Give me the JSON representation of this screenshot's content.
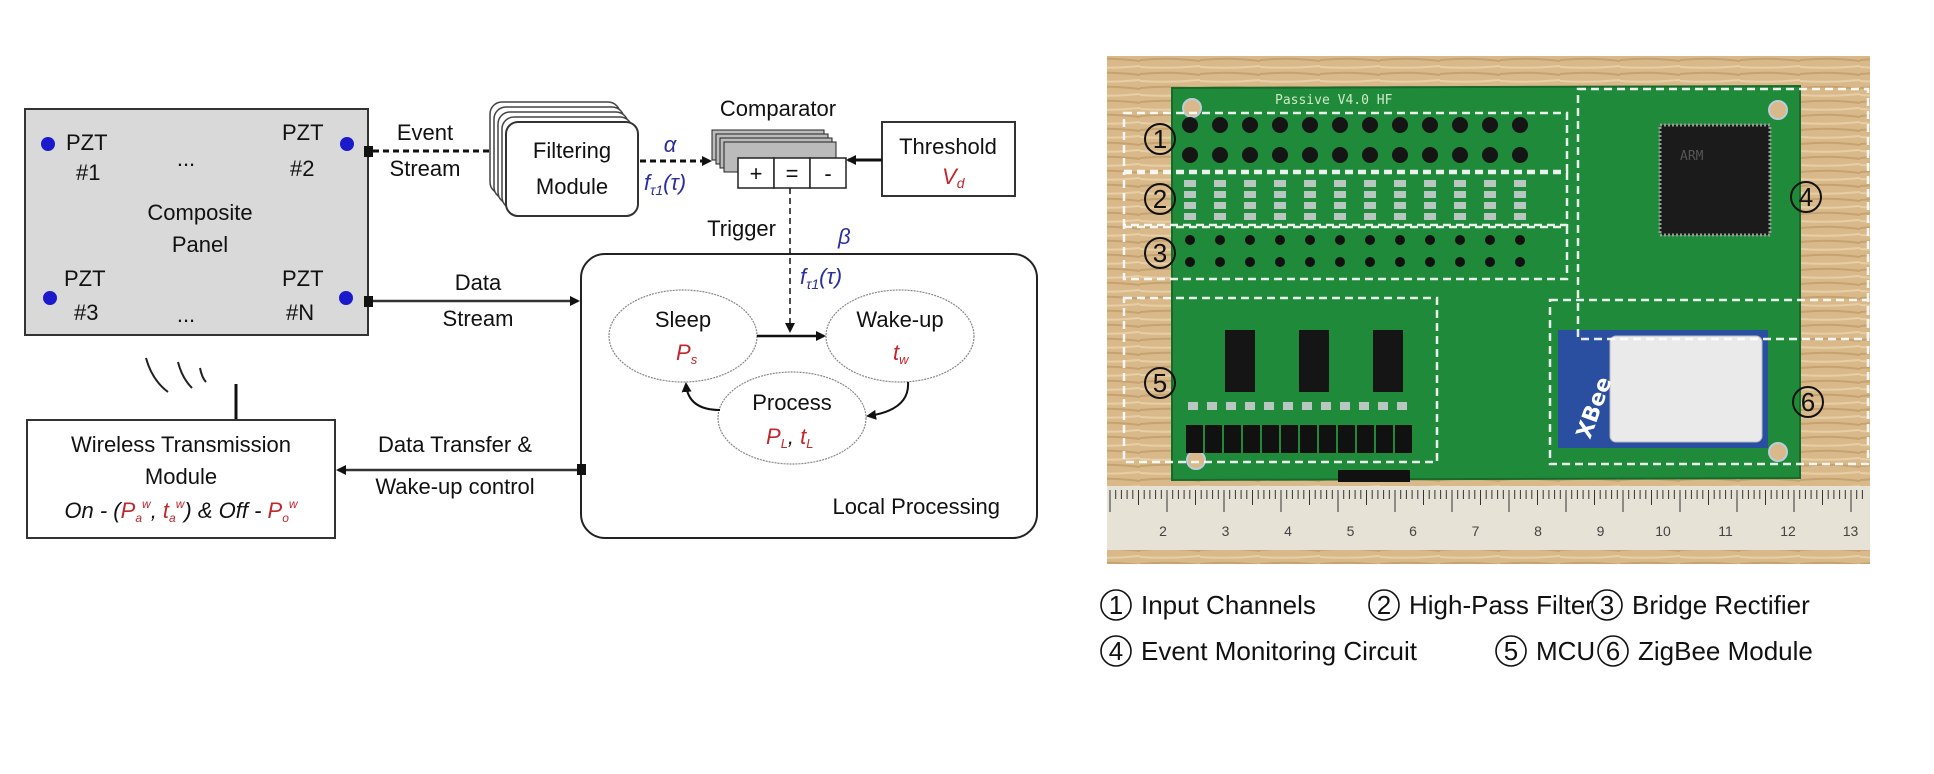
{
  "diagram": {
    "composite_panel": {
      "title_line1": "Composite",
      "title_line2": "Panel",
      "sensors": [
        {
          "name": "PZT",
          "id": "#1"
        },
        {
          "name": "PZT",
          "id": "#2"
        },
        {
          "name": "PZT",
          "id": "#3"
        },
        {
          "name": "PZT",
          "id": "#N"
        }
      ],
      "ellipsis": "...",
      "sensor_color": "#1a1acc"
    },
    "event_stream": {
      "line1": "Event",
      "line2": "Stream"
    },
    "filtering_module": {
      "line1": "Filtering",
      "line2": "Module"
    },
    "alpha": {
      "symbol": "α",
      "func": "f",
      "sub": "τ1",
      "arg": "(τ)"
    },
    "comparator": {
      "label": "Comparator",
      "cells": [
        "+",
        "=",
        "-"
      ]
    },
    "threshold": {
      "label": "Threshold",
      "symbol": "V",
      "sub": "d"
    },
    "trigger": {
      "label": "Trigger"
    },
    "beta": {
      "symbol": "β",
      "func": "f",
      "sub": "τ1",
      "arg": "(τ)"
    },
    "data_stream": {
      "line1": "Data",
      "line2": "Stream"
    },
    "local_processing": {
      "label": "Local Processing",
      "states": {
        "sleep": {
          "label": "Sleep",
          "symbol": "P",
          "sub": "s"
        },
        "wakeup": {
          "label": "Wake-up",
          "symbol": "t",
          "sub": "w"
        },
        "process": {
          "label": "Process",
          "p": "P",
          "p_sub": "L",
          "t": "t",
          "t_sub": "L"
        }
      }
    },
    "data_transfer": {
      "line1": "Data Transfer &",
      "line2": "Wake-up control"
    },
    "wireless": {
      "line1": "Wireless Transmission",
      "line2": "Module",
      "on_label": "On - (",
      "p_on": "P",
      "p_on_sub": "a",
      "p_on_sup": "w",
      "sep": ", ",
      "t_on": "t",
      "t_on_sub": "a",
      "t_on_sup": "w",
      "off_label": ") & Off - ",
      "p_off": "P",
      "p_off_sub": "o",
      "p_off_sup": "w"
    },
    "colors": {
      "red": "#c0282d",
      "blue": "#2b2f9b",
      "panel_fill": "#d9d9d9"
    }
  },
  "photo": {
    "board_silkscreen": "Passive V4.0 HF",
    "region_markers": [
      "1",
      "2",
      "3",
      "4",
      "5",
      "6"
    ],
    "ruler_ticks": [
      "2",
      "3",
      "4",
      "5",
      "6",
      "7",
      "8",
      "9",
      "10",
      "11",
      "12",
      "13"
    ],
    "module_brand": "XBee",
    "chip_brand": "ARM",
    "colors": {
      "board": "#1f8a3a",
      "wood": "#d9b98a"
    }
  },
  "caption": {
    "items": [
      {
        "num": "1",
        "label": "Input Channels"
      },
      {
        "num": "2",
        "label": "High-Pass Filter"
      },
      {
        "num": "3",
        "label": "Bridge Rectifier"
      },
      {
        "num": "4",
        "label": "Event Monitoring Circuit"
      },
      {
        "num": "5",
        "label": "MCU"
      },
      {
        "num": "6",
        "label": "ZigBee Module"
      }
    ]
  }
}
